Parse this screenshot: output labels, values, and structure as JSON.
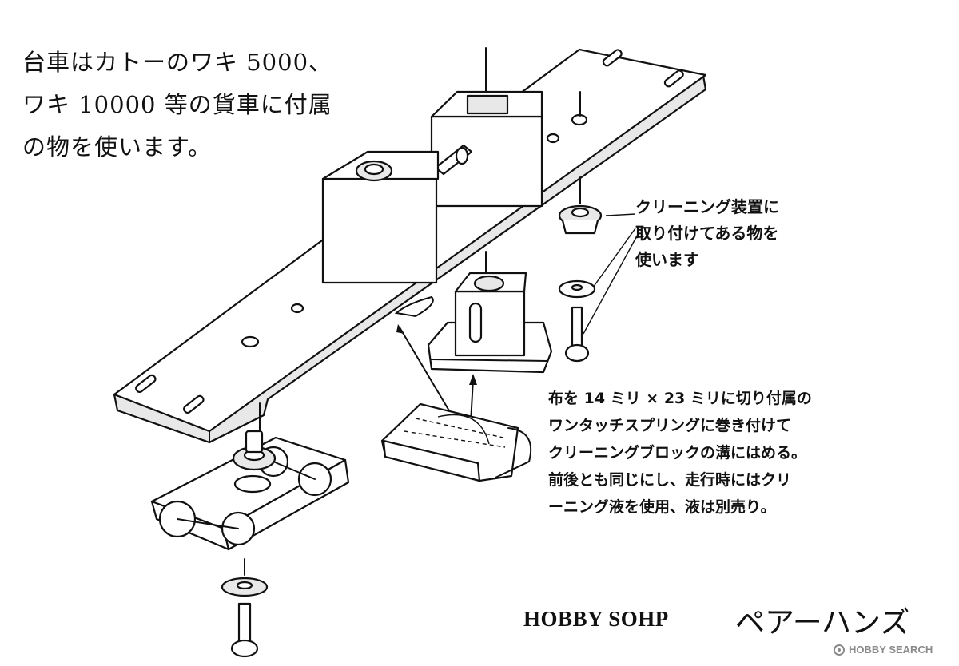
{
  "notes": {
    "top": [
      "台車はカトーのワキ 5000、",
      "ワキ 10000 等の貨車に付属",
      "の物を使います。"
    ],
    "cleaner": [
      "クリーニング装置に",
      "取り付けてある物を",
      "使います"
    ],
    "cloth": [
      "布を 14 ミリ × 23 ミリに切り付属の",
      "ワンタッチスプリングに巻き付けて",
      "クリーニングブロックの溝にはめる。",
      "前後とも同じにし、走行時にはクリ",
      "ーニング液を使用、液は別売り。"
    ]
  },
  "brand": "HOBBY SOHP",
  "maker": "ペアーハンズ",
  "watermark": "HOBBY SEARCH",
  "colors": {
    "ink": "#111111",
    "watermark": "#8a8a8a",
    "background": "#ffffff"
  }
}
